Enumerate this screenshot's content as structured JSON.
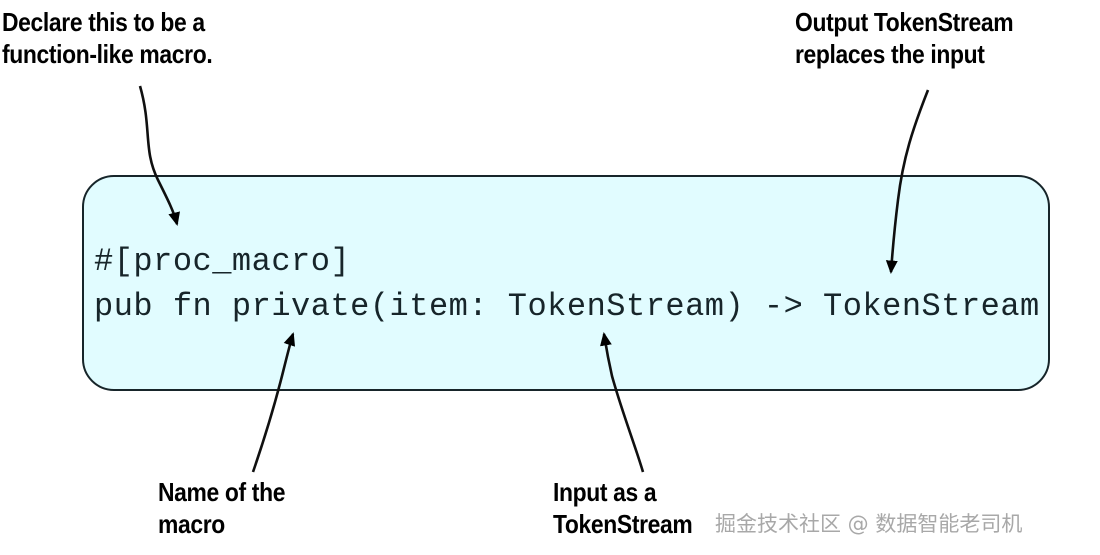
{
  "figure": {
    "title": "Rust function-like procedural macro signature annotated",
    "background_color": "#ffffff"
  },
  "code_block": {
    "fill_color": "#e1fcff",
    "border_color": "#17252a",
    "text_color": "#17252a",
    "lines": [
      "#[proc_macro]",
      "pub fn private(item: TokenStream) -> TokenStream"
    ]
  },
  "annotations": {
    "top_left": {
      "text": "Declare this to be a\nfunction-like macro.",
      "points_to": "#[proc_macro]"
    },
    "top_right": {
      "text": "Output TokenStream\nreplaces the input",
      "points_to": "-> TokenStream"
    },
    "bottom_left": {
      "text": "Name of the\nmacro",
      "points_to": "private"
    },
    "bottom_right": {
      "text": "Input as a\nTokenStream",
      "points_to": "item: TokenStream"
    }
  },
  "watermark": {
    "text": "掘金技术社区 @ 数据智能老司机",
    "color": "#a8a8a8"
  }
}
